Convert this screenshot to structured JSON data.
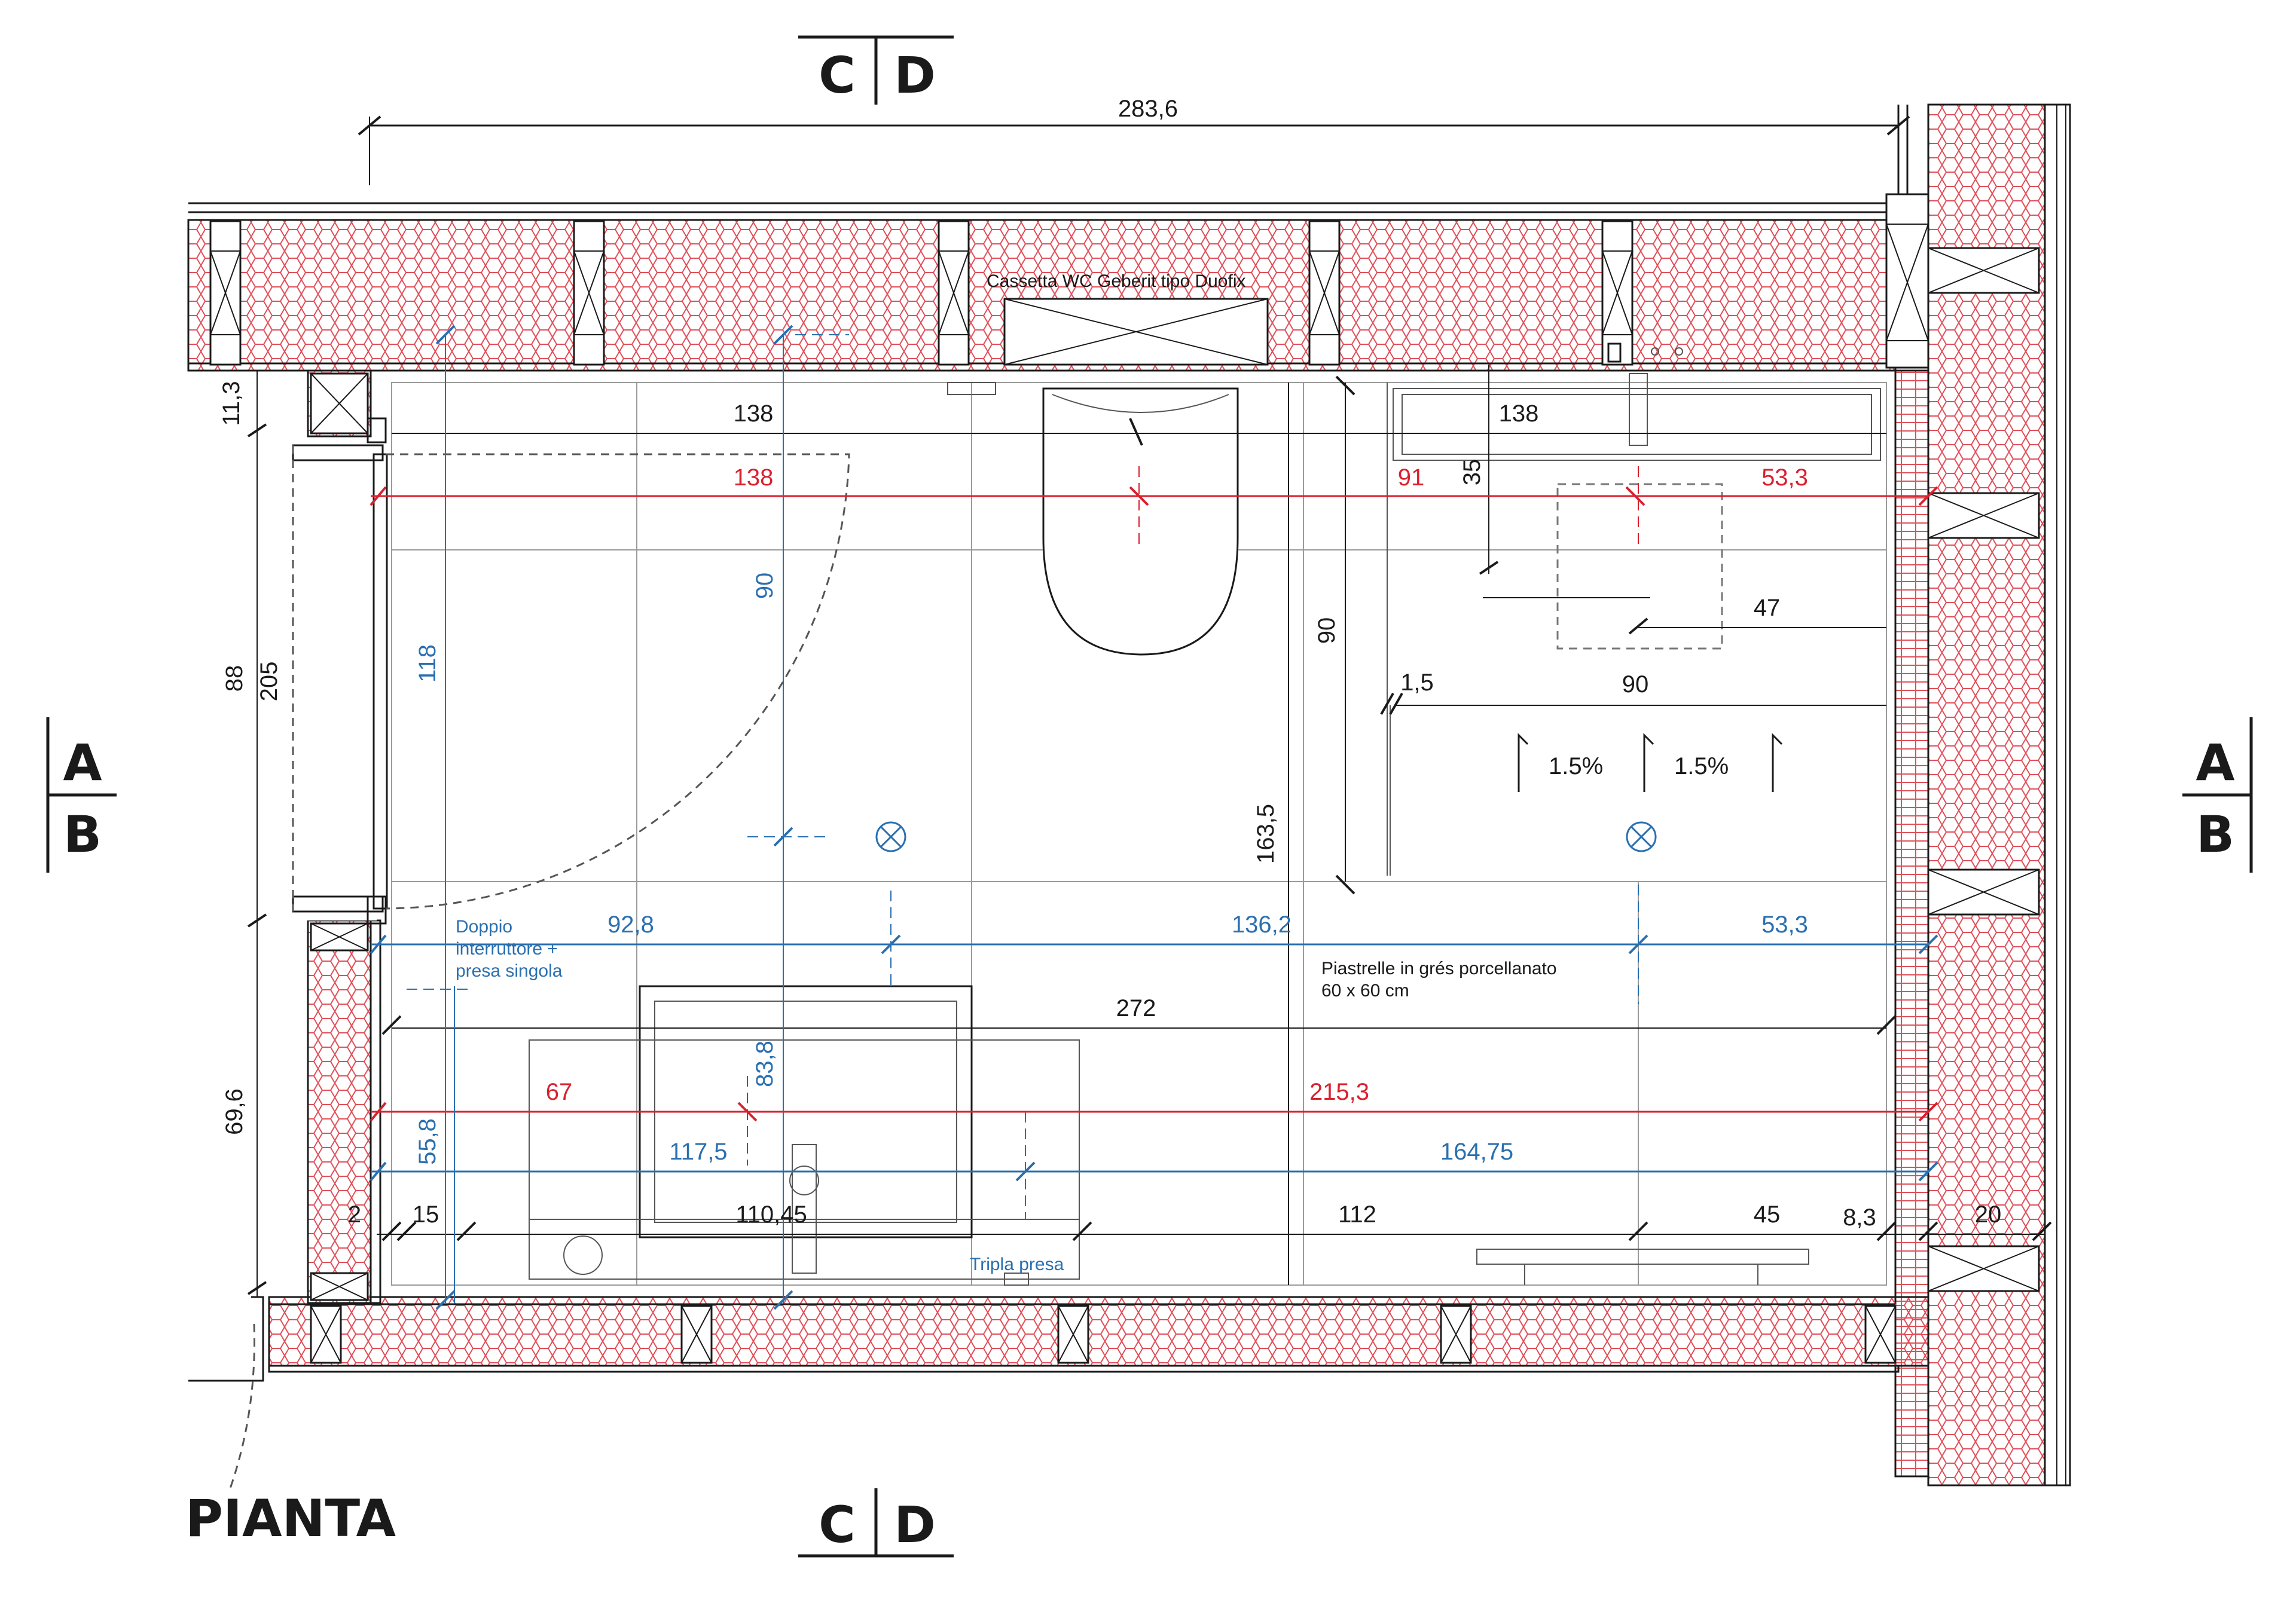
{
  "sections": {
    "top": {
      "left": "C",
      "right": "D"
    },
    "bottom": {
      "left": "C",
      "right": "D"
    },
    "left": {
      "top": "A",
      "bottom": "B"
    },
    "right": {
      "top": "A",
      "bottom": "B"
    }
  },
  "title": "PIANTA",
  "colors": {
    "black": "#1a1a1a",
    "red": "#d9202e",
    "blue": "#2a6fb0",
    "hatch": "#e0505a"
  },
  "notes": {
    "cistern": "Cassetta WC Geberit tipo Duofix",
    "switch_line1": "Doppio",
    "switch_line2": "interruttore +",
    "switch_line3": "presa singola",
    "tiles_line1": "Piastrelle in grés porcellanato",
    "tiles_line2": "60 x 60 cm",
    "triple_socket": "Tripla presa"
  },
  "slopes": {
    "left": "1.5%",
    "right": "1.5%"
  },
  "dims": {
    "d283_6": "283,6",
    "d138_a": "138",
    "d138_b": "138",
    "d138_red": "138",
    "d91": "91",
    "d53_3_red": "53,3",
    "d35": "35",
    "d47": "47",
    "d1_5": "1,5",
    "d90_h": "90",
    "d90_v_blue": "90",
    "d90_v_black": "90",
    "d118": "118",
    "d205": "205",
    "d88": "88",
    "d11_3": "11,3",
    "d163_5": "163,5",
    "d92_8": "92,8",
    "d136_2": "136,2",
    "d53_3_blue": "53,3",
    "d272": "272",
    "d67": "67",
    "d215_3": "215,3",
    "d83_8": "83,8",
    "d117_5": "117,5",
    "d164_75": "164,75",
    "d55_8": "55,8",
    "d69_6": "69,6",
    "d2": "2",
    "d15": "15",
    "d110_45": "110,45",
    "d112": "112",
    "d45": "45",
    "d8_3": "8,3",
    "d20": "20"
  }
}
